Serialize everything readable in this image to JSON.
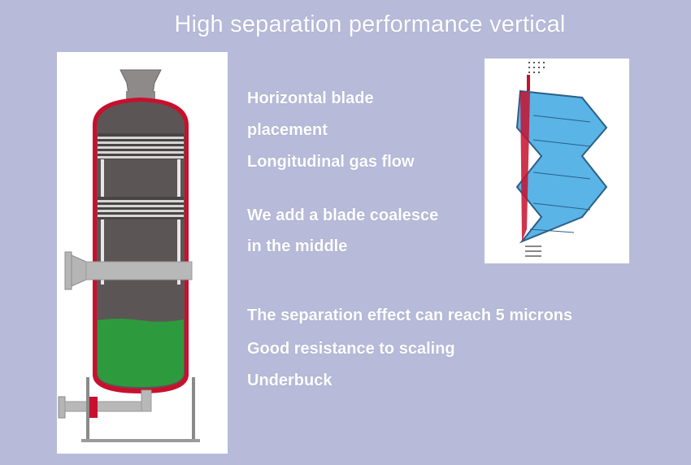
{
  "title": "High separation performance vertical",
  "features": {
    "line1": "Horizontal blade",
    "line2": "placement",
    "line3": "Longitudinal gas flow",
    "line4": "We add a blade coalesce",
    "line5": "in the middle",
    "line6": "The separation effect can reach 5 microns",
    "line7": "Good resistance to scaling",
    "line8": "Underbuck"
  },
  "colors": {
    "background": "#b7bbd9",
    "vessel_body": "#5c5555",
    "vessel_liner": "#c8102e",
    "liquid": "#2e9a3e",
    "blade": "#5ab4e6"
  }
}
